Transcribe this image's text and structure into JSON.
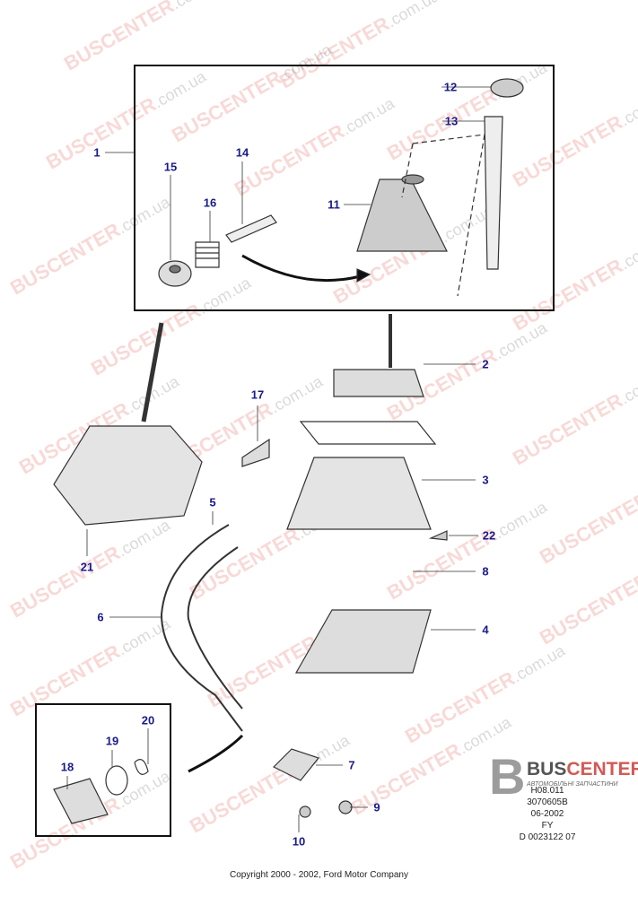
{
  "watermark": {
    "brand": "BUSCENTER",
    "domain": ".com.ua"
  },
  "callouts": [
    {
      "id": "1"
    },
    {
      "id": "2"
    },
    {
      "id": "3"
    },
    {
      "id": "4"
    },
    {
      "id": "5"
    },
    {
      "id": "6"
    },
    {
      "id": "7"
    },
    {
      "id": "8"
    },
    {
      "id": "9"
    },
    {
      "id": "10"
    },
    {
      "id": "11"
    },
    {
      "id": "12"
    },
    {
      "id": "13"
    },
    {
      "id": "14"
    },
    {
      "id": "15"
    },
    {
      "id": "16"
    },
    {
      "id": "17"
    },
    {
      "id": "18"
    },
    {
      "id": "19"
    },
    {
      "id": "20"
    },
    {
      "id": "21"
    },
    {
      "id": "22"
    }
  ],
  "logo": {
    "letter": "B",
    "name_a": "BUS",
    "name_b": "CENTER",
    "subtitle": "АВТОМОБІЛЬНІ ЗАПЧАСТИНИ"
  },
  "refs": [
    "H08.011",
    "3070605B",
    "06-2002",
    "FY",
    "D 0023122 07"
  ],
  "copyright": "Copyright 2000 - 2002, Ford Motor Company"
}
